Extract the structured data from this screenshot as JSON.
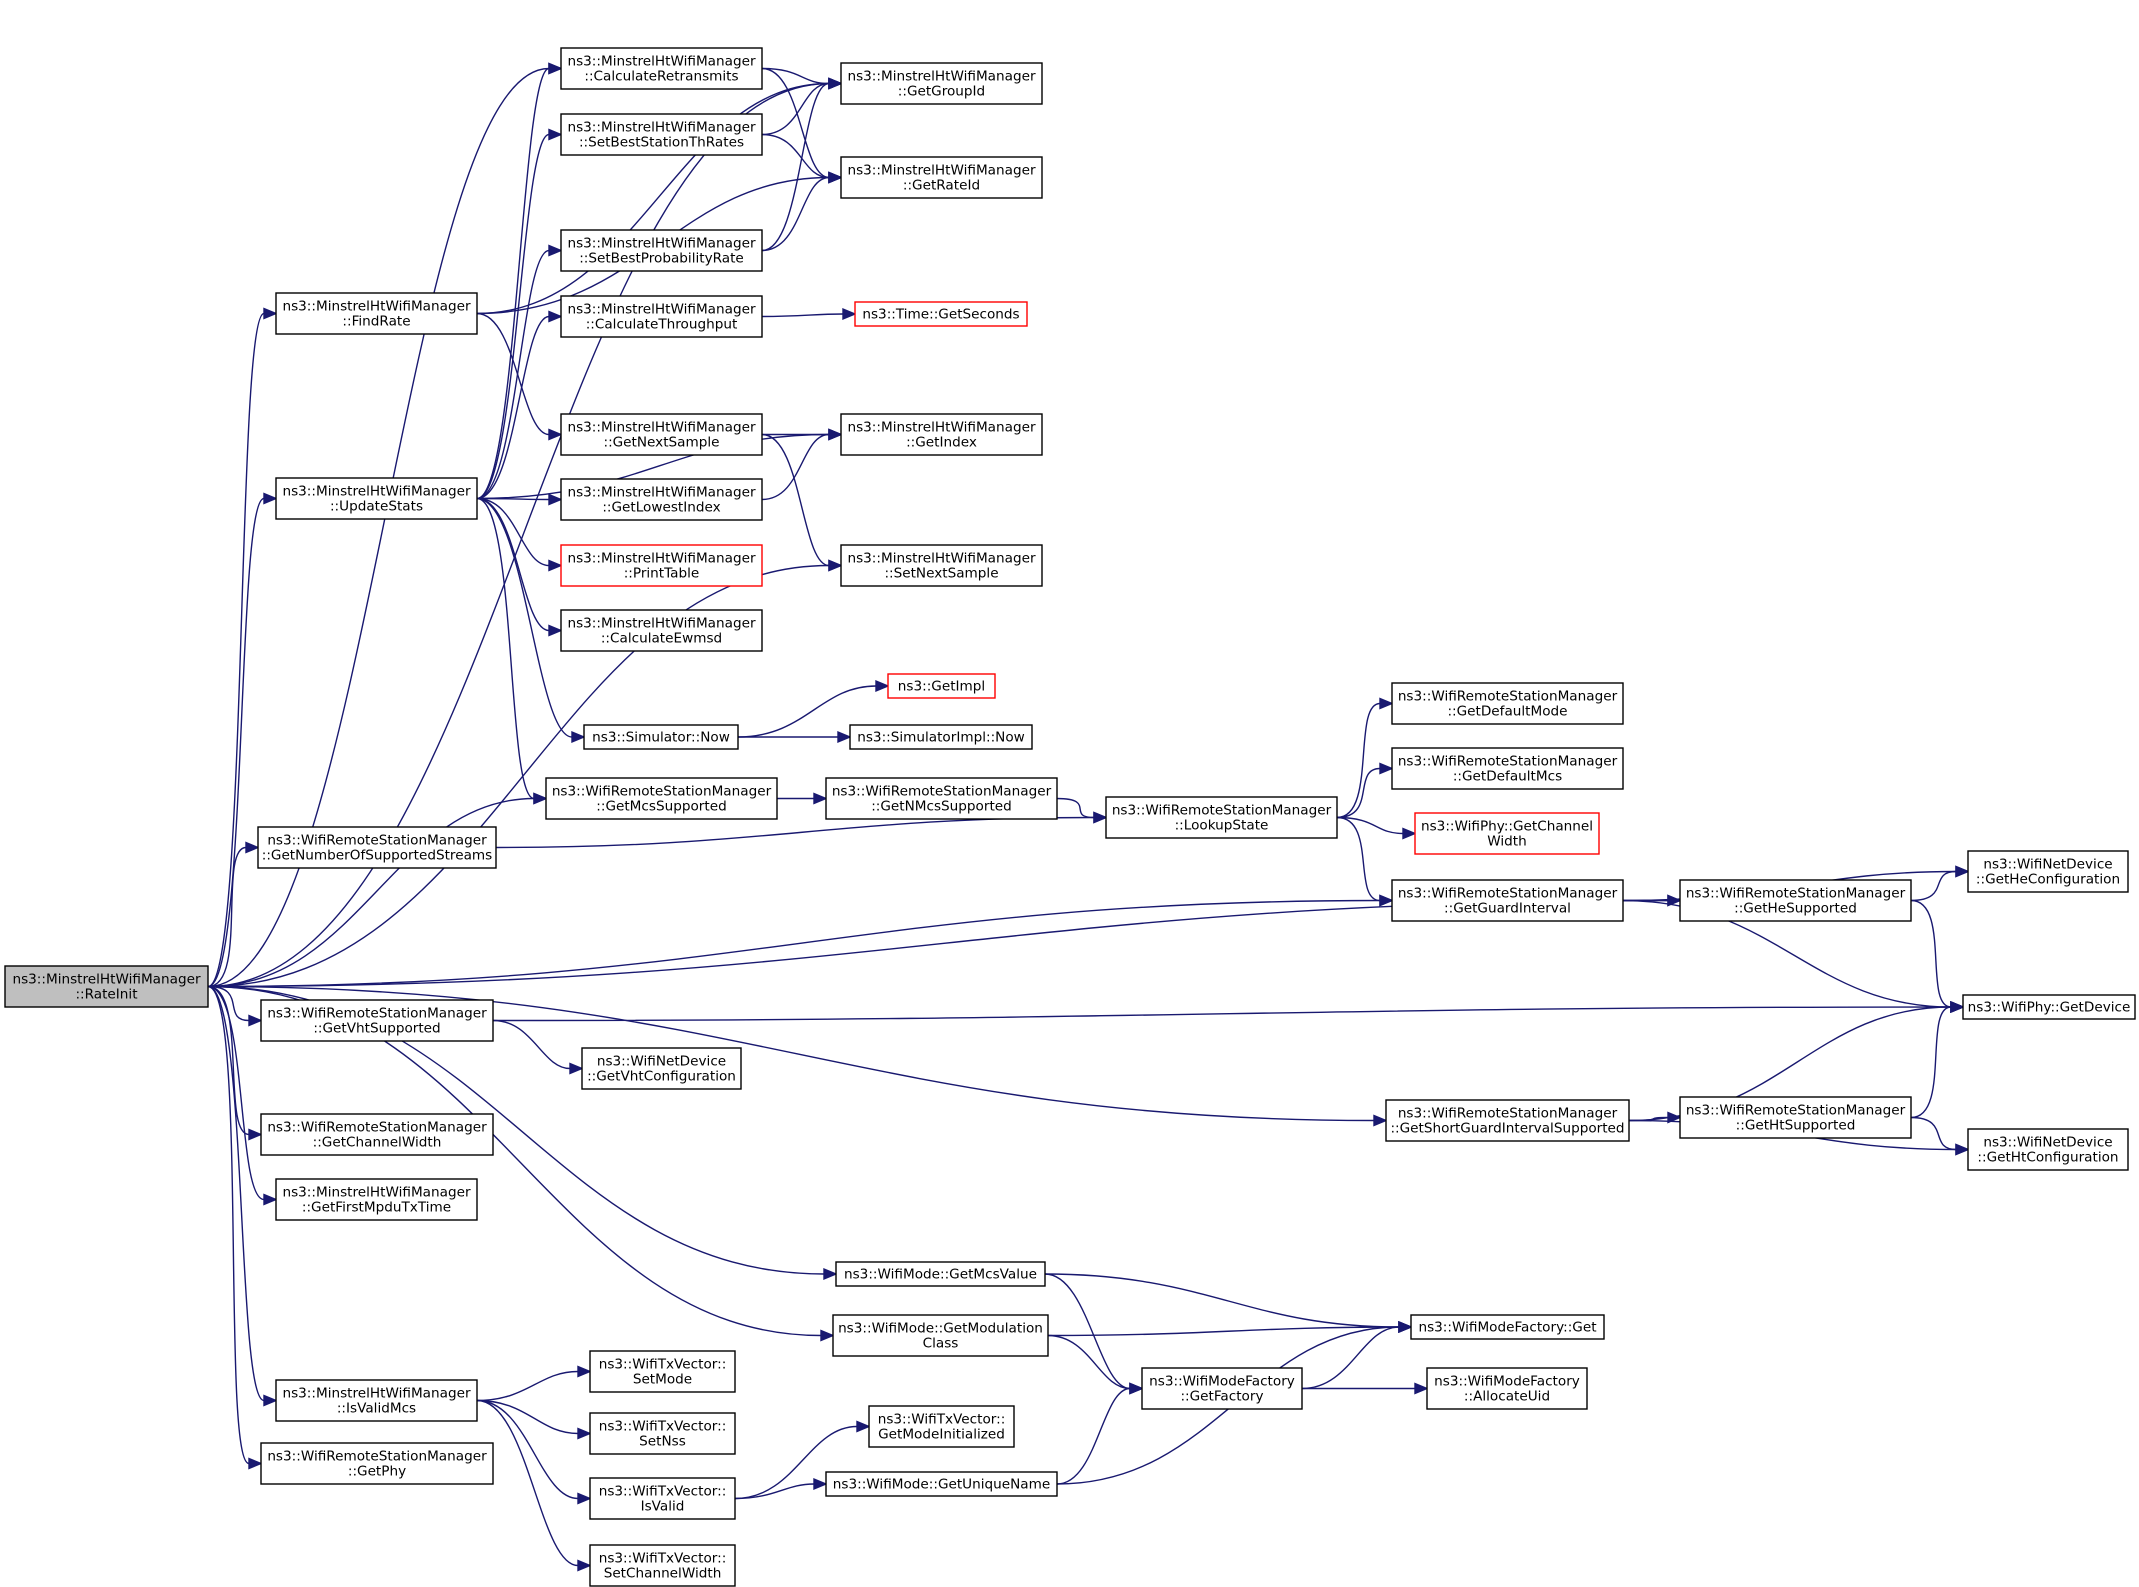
{
  "colors": {
    "edge": "#191970",
    "node_border": "#000000",
    "node_border_truncated": "#ff0000",
    "root_fill": "#bfbfbf",
    "node_fill": "#ffffff"
  },
  "nodes": [
    {
      "id": "root",
      "lines": [
        "ns3::MinstrelHtWifiManager",
        "::RateInit"
      ],
      "style": "root"
    },
    {
      "id": "findrate",
      "lines": [
        "ns3::MinstrelHtWifiManager",
        "::FindRate"
      ]
    },
    {
      "id": "updatestats",
      "lines": [
        "ns3::MinstrelHtWifiManager",
        "::UpdateStats"
      ]
    },
    {
      "id": "getnumstreams",
      "lines": [
        "ns3::WifiRemoteStationManager",
        "::GetNumberOfSupportedStreams"
      ]
    },
    {
      "id": "getvht",
      "lines": [
        "ns3::WifiRemoteStationManager",
        "::GetVhtSupported"
      ]
    },
    {
      "id": "getchwidth",
      "lines": [
        "ns3::WifiRemoteStationManager",
        "::GetChannelWidth"
      ]
    },
    {
      "id": "getfirstmpdu",
      "lines": [
        "ns3::MinstrelHtWifiManager",
        "::GetFirstMpduTxTime"
      ]
    },
    {
      "id": "isvalidmcs",
      "lines": [
        "ns3::MinstrelHtWifiManager",
        "::IsValidMcs"
      ]
    },
    {
      "id": "getphy",
      "lines": [
        "ns3::WifiRemoteStationManager",
        "::GetPhy"
      ]
    },
    {
      "id": "calcretrans",
      "lines": [
        "ns3::MinstrelHtWifiManager",
        "::CalculateRetransmits"
      ]
    },
    {
      "id": "setbeststation",
      "lines": [
        "ns3::MinstrelHtWifiManager",
        "::SetBestStationThRates"
      ]
    },
    {
      "id": "setbestprob",
      "lines": [
        "ns3::MinstrelHtWifiManager",
        "::SetBestProbabilityRate"
      ]
    },
    {
      "id": "calcthroughput",
      "lines": [
        "ns3::MinstrelHtWifiManager",
        "::CalculateThroughput"
      ]
    },
    {
      "id": "getnextsample",
      "lines": [
        "ns3::MinstrelHtWifiManager",
        "::GetNextSample"
      ]
    },
    {
      "id": "getlowestindex",
      "lines": [
        "ns3::MinstrelHtWifiManager",
        "::GetLowestIndex"
      ]
    },
    {
      "id": "printtable",
      "lines": [
        "ns3::MinstrelHtWifiManager",
        "::PrintTable"
      ],
      "style": "truncated"
    },
    {
      "id": "calcewmsd",
      "lines": [
        "ns3::MinstrelHtWifiManager",
        "::CalculateEwmsd"
      ]
    },
    {
      "id": "simnow",
      "lines": [
        "ns3::Simulator::Now"
      ]
    },
    {
      "id": "getmcssup",
      "lines": [
        "ns3::WifiRemoteStationManager",
        "::GetMcsSupported"
      ]
    },
    {
      "id": "getgroupid",
      "lines": [
        "ns3::MinstrelHtWifiManager",
        "::GetGroupId"
      ]
    },
    {
      "id": "getrateid",
      "lines": [
        "ns3::MinstrelHtWifiManager",
        "::GetRateId"
      ]
    },
    {
      "id": "timegetseconds",
      "lines": [
        "ns3::Time::GetSeconds"
      ],
      "style": "truncated"
    },
    {
      "id": "getindex",
      "lines": [
        "ns3::MinstrelHtWifiManager",
        "::GetIndex"
      ]
    },
    {
      "id": "setnextsample",
      "lines": [
        "ns3::MinstrelHtWifiManager",
        "::SetNextSample"
      ]
    },
    {
      "id": "getimpl",
      "lines": [
        "ns3::GetImpl"
      ],
      "style": "truncated"
    },
    {
      "id": "simimplnow",
      "lines": [
        "ns3::SimulatorImpl::Now"
      ]
    },
    {
      "id": "getnmcs",
      "lines": [
        "ns3::WifiRemoteStationManager",
        "::GetNMcsSupported"
      ]
    },
    {
      "id": "lookupstate",
      "lines": [
        "ns3::WifiRemoteStationManager",
        "::LookupState"
      ]
    },
    {
      "id": "getdefaultmode",
      "lines": [
        "ns3::WifiRemoteStationManager",
        "::GetDefaultMode"
      ]
    },
    {
      "id": "getdefaultmcs",
      "lines": [
        "ns3::WifiRemoteStationManager",
        "::GetDefaultMcs"
      ]
    },
    {
      "id": "phygetchwidth",
      "lines": [
        "ns3::WifiPhy::GetChannel",
        "Width"
      ],
      "style": "truncated"
    },
    {
      "id": "getguardint",
      "lines": [
        "ns3::WifiRemoteStationManager",
        "::GetGuardInterval"
      ]
    },
    {
      "id": "gethesup",
      "lines": [
        "ns3::WifiRemoteStationManager",
        "::GetHeSupported"
      ]
    },
    {
      "id": "getheconfig",
      "lines": [
        "ns3::WifiNetDevice",
        "::GetHeConfiguration"
      ]
    },
    {
      "id": "phygetdevice",
      "lines": [
        "ns3::WifiPhy::GetDevice"
      ]
    },
    {
      "id": "getvhtconfig",
      "lines": [
        "ns3::WifiNetDevice",
        "::GetVhtConfiguration"
      ]
    },
    {
      "id": "getsgisup",
      "lines": [
        "ns3::WifiRemoteStationManager",
        "::GetShortGuardIntervalSupported"
      ]
    },
    {
      "id": "gethtsup",
      "lines": [
        "ns3::WifiRemoteStationManager",
        "::GetHtSupported"
      ]
    },
    {
      "id": "gethtconfig",
      "lines": [
        "ns3::WifiNetDevice",
        "::GetHtConfiguration"
      ]
    },
    {
      "id": "getmcsvalue",
      "lines": [
        "ns3::WifiMode::GetMcsValue"
      ]
    },
    {
      "id": "getmodclass",
      "lines": [
        "ns3::WifiMode::GetModulation",
        "Class"
      ]
    },
    {
      "id": "factoryget",
      "lines": [
        "ns3::WifiModeFactory::Get"
      ]
    },
    {
      "id": "getfactory",
      "lines": [
        "ns3::WifiModeFactory",
        "::GetFactory"
      ]
    },
    {
      "id": "allocateuid",
      "lines": [
        "ns3::WifiModeFactory",
        "::AllocateUid"
      ]
    },
    {
      "id": "setmode",
      "lines": [
        "ns3::WifiTxVector::",
        "SetMode"
      ]
    },
    {
      "id": "setnss",
      "lines": [
        "ns3::WifiTxVector::",
        "SetNss"
      ]
    },
    {
      "id": "isvalid",
      "lines": [
        "ns3::WifiTxVector::",
        "IsValid"
      ]
    },
    {
      "id": "setchwidth",
      "lines": [
        "ns3::WifiTxVector::",
        "SetChannelWidth"
      ]
    },
    {
      "id": "getmodeinit",
      "lines": [
        "ns3::WifiTxVector::",
        "GetModeInitialized"
      ]
    },
    {
      "id": "getuniquename",
      "lines": [
        "ns3::WifiMode::GetUniqueName"
      ]
    }
  ],
  "edges": [
    [
      "root",
      "calcretrans"
    ],
    [
      "root",
      "getgroupid"
    ],
    [
      "root",
      "findrate"
    ],
    [
      "root",
      "updatestats"
    ],
    [
      "root",
      "setnextsample"
    ],
    [
      "root",
      "getmcssup"
    ],
    [
      "root",
      "getnumstreams"
    ],
    [
      "root",
      "getguardint"
    ],
    [
      "root",
      "gethesup"
    ],
    [
      "root",
      "getvht"
    ],
    [
      "root",
      "getsgisup"
    ],
    [
      "root",
      "getchwidth"
    ],
    [
      "root",
      "getfirstmpdu"
    ],
    [
      "root",
      "getmcsvalue"
    ],
    [
      "root",
      "getmodclass"
    ],
    [
      "root",
      "isvalidmcs"
    ],
    [
      "root",
      "getphy"
    ],
    [
      "findrate",
      "getgroupid"
    ],
    [
      "findrate",
      "getrateid"
    ],
    [
      "findrate",
      "getnextsample"
    ],
    [
      "updatestats",
      "calcretrans"
    ],
    [
      "updatestats",
      "setbeststation"
    ],
    [
      "updatestats",
      "setbestprob"
    ],
    [
      "updatestats",
      "calcthroughput"
    ],
    [
      "updatestats",
      "getindex"
    ],
    [
      "updatestats",
      "getlowestindex"
    ],
    [
      "updatestats",
      "printtable"
    ],
    [
      "updatestats",
      "calcewmsd"
    ],
    [
      "updatestats",
      "simnow"
    ],
    [
      "updatestats",
      "getmcssup"
    ],
    [
      "calcretrans",
      "getgroupid"
    ],
    [
      "calcretrans",
      "getrateid"
    ],
    [
      "setbeststation",
      "getgroupid"
    ],
    [
      "setbeststation",
      "getrateid"
    ],
    [
      "setbestprob",
      "getgroupid"
    ],
    [
      "setbestprob",
      "getrateid"
    ],
    [
      "calcthroughput",
      "timegetseconds"
    ],
    [
      "getnextsample",
      "getindex"
    ],
    [
      "getnextsample",
      "setnextsample"
    ],
    [
      "getlowestindex",
      "getindex"
    ],
    [
      "simnow",
      "getimpl"
    ],
    [
      "simnow",
      "simimplnow"
    ],
    [
      "getmcssup",
      "getnmcs"
    ],
    [
      "getnmcs",
      "lookupstate"
    ],
    [
      "getnumstreams",
      "lookupstate"
    ],
    [
      "lookupstate",
      "getdefaultmode"
    ],
    [
      "lookupstate",
      "getdefaultmcs"
    ],
    [
      "lookupstate",
      "phygetchwidth"
    ],
    [
      "lookupstate",
      "getguardint"
    ],
    [
      "getguardint",
      "getheconfig"
    ],
    [
      "getguardint",
      "gethesup"
    ],
    [
      "getguardint",
      "phygetdevice"
    ],
    [
      "gethesup",
      "getheconfig"
    ],
    [
      "gethesup",
      "phygetdevice"
    ],
    [
      "getvht",
      "phygetdevice"
    ],
    [
      "getvht",
      "getvhtconfig"
    ],
    [
      "getsgisup",
      "phygetdevice"
    ],
    [
      "getsgisup",
      "gethtsup"
    ],
    [
      "getsgisup",
      "gethtconfig"
    ],
    [
      "gethtsup",
      "phygetdevice"
    ],
    [
      "gethtsup",
      "gethtconfig"
    ],
    [
      "getmcsvalue",
      "factoryget"
    ],
    [
      "getmcsvalue",
      "getfactory"
    ],
    [
      "getmodclass",
      "factoryget"
    ],
    [
      "getmodclass",
      "getfactory"
    ],
    [
      "getfactory",
      "factoryget"
    ],
    [
      "getfactory",
      "allocateuid"
    ],
    [
      "isvalidmcs",
      "setmode"
    ],
    [
      "isvalidmcs",
      "setnss"
    ],
    [
      "isvalidmcs",
      "isvalid"
    ],
    [
      "isvalidmcs",
      "setchwidth"
    ],
    [
      "isvalid",
      "getmodeinit"
    ],
    [
      "isvalid",
      "getuniquename"
    ],
    [
      "getuniquename",
      "getfactory"
    ],
    [
      "getuniquename",
      "factoryget"
    ]
  ]
}
